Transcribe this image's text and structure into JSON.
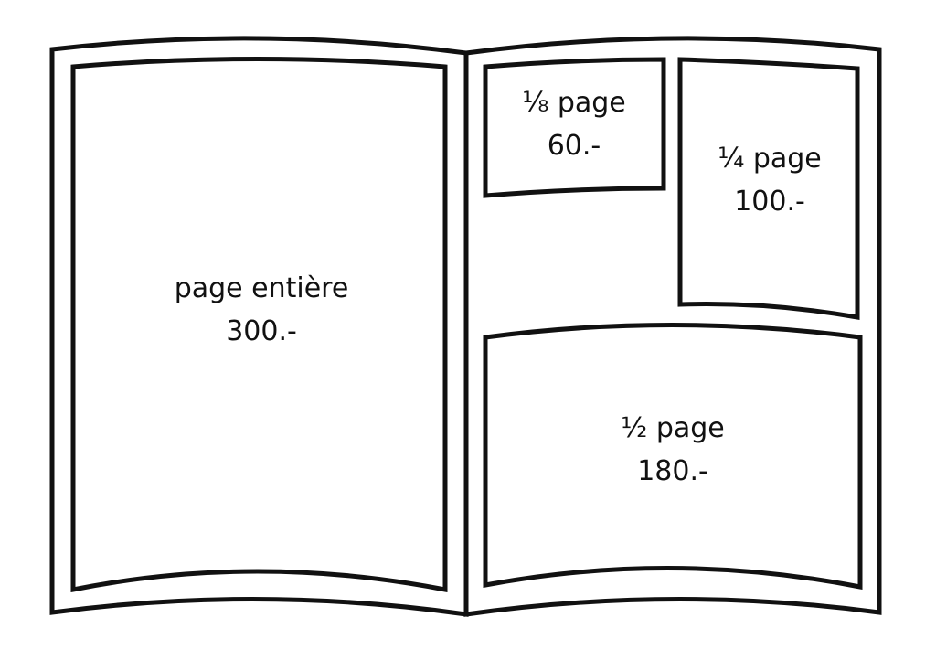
{
  "colors": {
    "stroke": "#111111",
    "background": "#ffffff"
  },
  "left_page": {
    "full_page": {
      "size_label": "page entière",
      "price": "300.-"
    }
  },
  "right_page": {
    "eighth_page": {
      "size_label": "⅛ page",
      "price": "60.-"
    },
    "quarter_page": {
      "size_label": "¼ page",
      "price": "100.-"
    },
    "half_page": {
      "size_label": "½ page",
      "price": "180.-"
    }
  }
}
